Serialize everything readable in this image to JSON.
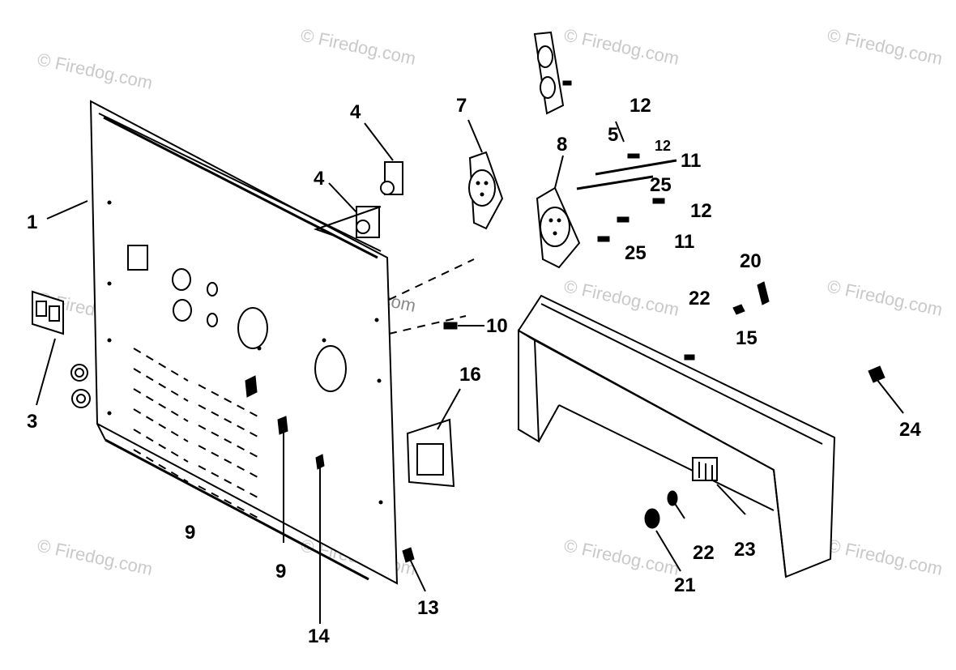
{
  "watermark": {
    "text": "© Firedog.com",
    "center_text": "© Firedog.com"
  },
  "callouts": [
    {
      "id": "c1",
      "label": "1"
    },
    {
      "id": "c3",
      "label": "3"
    },
    {
      "id": "c4a",
      "label": "4"
    },
    {
      "id": "c4b",
      "label": "4"
    },
    {
      "id": "c5",
      "label": "5"
    },
    {
      "id": "c7",
      "label": "7"
    },
    {
      "id": "c8",
      "label": "8"
    },
    {
      "id": "c9a",
      "label": "9"
    },
    {
      "id": "c9b",
      "label": "9"
    },
    {
      "id": "c10",
      "label": "10"
    },
    {
      "id": "c11a",
      "label": "11"
    },
    {
      "id": "c11b",
      "label": "11"
    },
    {
      "id": "c12a",
      "label": "12"
    },
    {
      "id": "c12b",
      "label": "12"
    },
    {
      "id": "c12c",
      "label": "12"
    },
    {
      "id": "c13",
      "label": "13"
    },
    {
      "id": "c14",
      "label": "14"
    },
    {
      "id": "c15",
      "label": "15"
    },
    {
      "id": "c16",
      "label": "16"
    },
    {
      "id": "c20",
      "label": "20"
    },
    {
      "id": "c21",
      "label": "21"
    },
    {
      "id": "c22a",
      "label": "22"
    },
    {
      "id": "c22b",
      "label": "22"
    },
    {
      "id": "c23",
      "label": "23"
    },
    {
      "id": "c24",
      "label": "24"
    },
    {
      "id": "c25a",
      "label": "25"
    },
    {
      "id": "c25b",
      "label": "25"
    }
  ]
}
